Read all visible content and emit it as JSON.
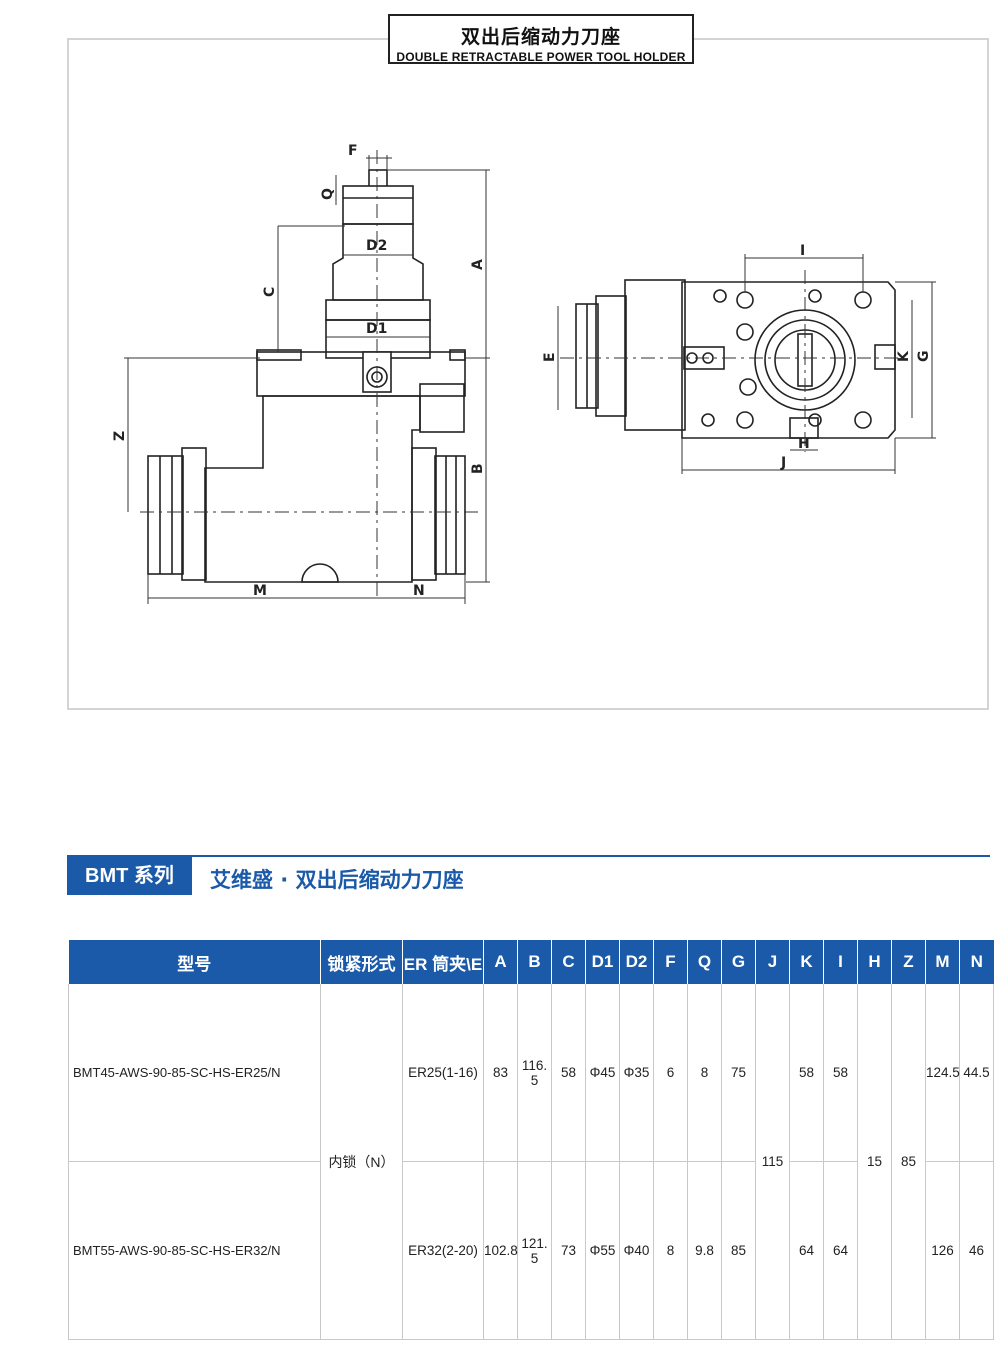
{
  "header": {
    "title_cn": "双出后缩动力刀座",
    "title_en": "DOUBLE RETRACTABLE POWER TOOL HOLDER"
  },
  "drawing_labels": {
    "F": "F",
    "Q": "Q",
    "D2": "D2",
    "D1": "D1",
    "C": "C",
    "A": "A",
    "Z": "Z",
    "B": "B",
    "M": "M",
    "N": "N",
    "I": "I",
    "E": "E",
    "K": "K",
    "G": "G",
    "H": "H",
    "J": "J"
  },
  "series": {
    "badge": "BMT 系列",
    "title": "艾维盛 · 双出后缩动力刀座"
  },
  "table": {
    "columns": [
      "型号",
      "锁紧形式",
      "ER 筒夹\\E",
      "A",
      "B",
      "C",
      "D1",
      "D2",
      "F",
      "Q",
      "G",
      "J",
      "K",
      "I",
      "H",
      "Z",
      "M",
      "N"
    ],
    "lock_type": "内锁（N）",
    "shared": {
      "J": "115",
      "H": "15",
      "Z": "85"
    },
    "rows": [
      {
        "model": "BMT45-AWS-90-85-SC-HS-ER25/N",
        "er": "ER25(1-16)",
        "A": "83",
        "B": "116. 5",
        "C": "58",
        "D1": "Φ45",
        "D2": "Φ35",
        "F": "6",
        "Q": "8",
        "G": "75",
        "K": "58",
        "I": "58",
        "M": "124.5",
        "N": "44.5"
      },
      {
        "model": "BMT55-AWS-90-85-SC-HS-ER32/N",
        "er": "ER32(2-20)",
        "A": "102.8",
        "B": "121. 5",
        "C": "73",
        "D1": "Φ55",
        "D2": "Φ40",
        "F": "8",
        "Q": "9.8",
        "G": "85",
        "K": "64",
        "I": "64",
        "M": "126",
        "N": "46"
      }
    ]
  }
}
